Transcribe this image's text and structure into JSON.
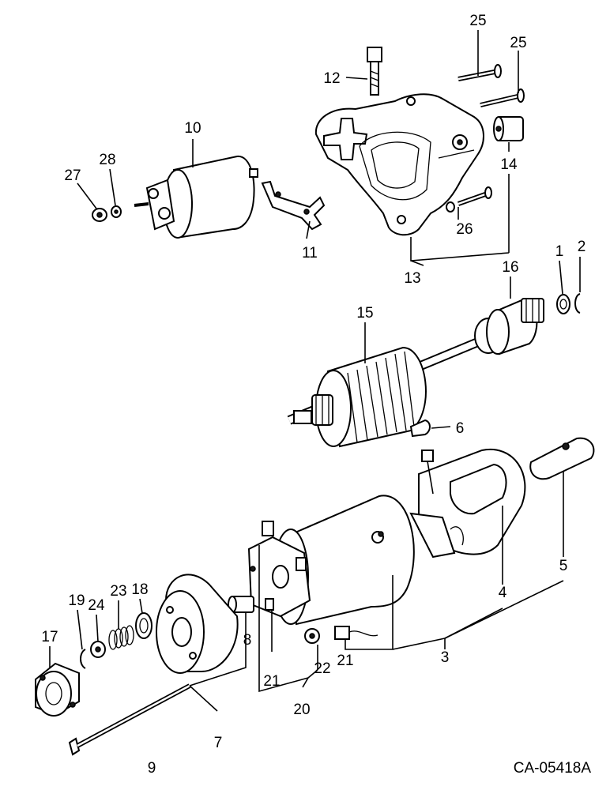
{
  "labels": {
    "n1": "1",
    "n2": "2",
    "n3": "3",
    "n4": "4",
    "n5": "5",
    "n6": "6",
    "n7": "7",
    "n8": "8",
    "n9": "9",
    "n10": "10",
    "n11": "11",
    "n12": "12",
    "n13": "13",
    "n14": "14",
    "n15": "15",
    "n16": "16",
    "n17": "17",
    "n18": "18",
    "n19": "19",
    "n20": "20",
    "n21a": "21",
    "n21b": "21",
    "n22": "22",
    "n23": "23",
    "n24": "24",
    "n25a": "25",
    "n25b": "25",
    "n26": "26",
    "n27": "27",
    "n28": "28"
  },
  "drawing_code": "CA-05418A"
}
